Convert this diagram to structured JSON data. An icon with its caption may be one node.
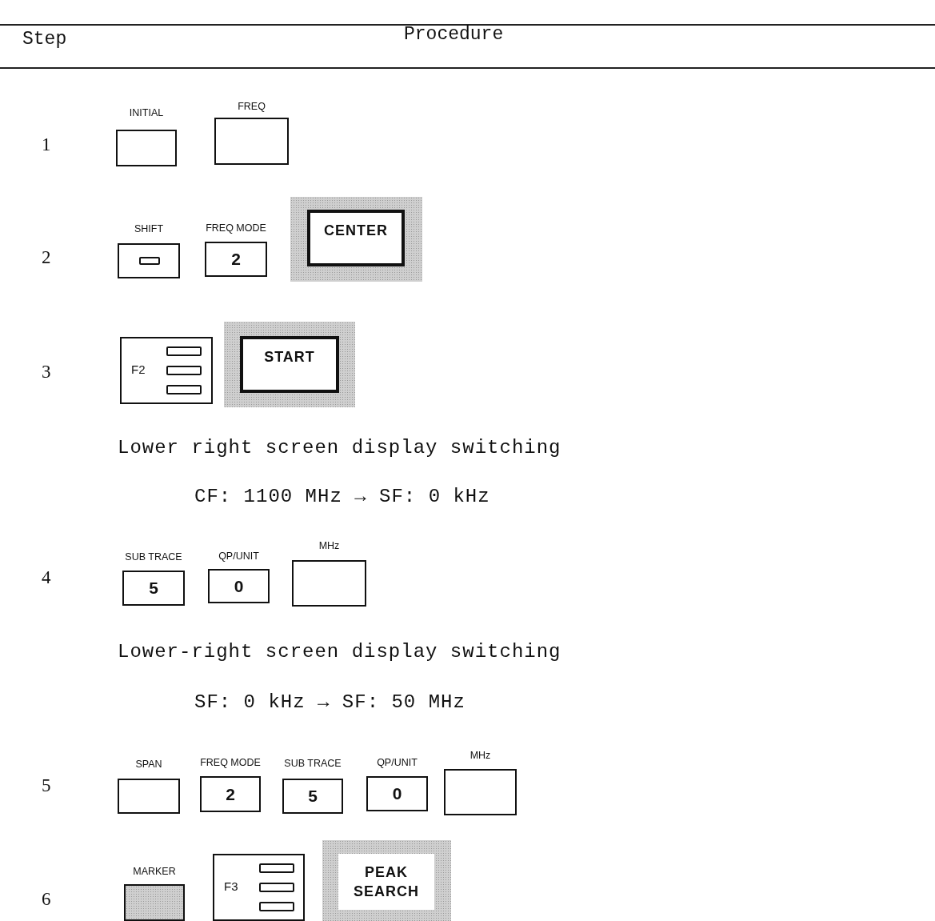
{
  "diagram": {
    "nodes": [
      {
        "text": [
          "INITIAL"
        ]
      },
      {
        "text": [
          "FREQ"
        ]
      },
      {
        "text": [
          "SHIFT"
        ]
      },
      {
        "text": [
          "FREQ MODE",
          "2"
        ]
      },
      {
        "text": [
          "CENTER"
        ]
      },
      {
        "text": [
          "F2"
        ]
      },
      {
        "text": [
          "START"
        ]
      },
      {
        "text": [
          "SUB TRACE",
          "5"
        ]
      },
      {
        "text": [
          "QP/UNIT",
          "0"
        ]
      },
      {
        "text": [
          "MHz"
        ]
      },
      {
        "text": [
          "SPAN"
        ]
      },
      {
        "text": [
          "FREQ MODE",
          "2"
        ]
      },
      {
        "text": [
          "SUB TRACE",
          "5"
        ]
      },
      {
        "text": [
          "QP/UNIT",
          "0"
        ]
      },
      {
        "text": [
          "MHz"
        ]
      },
      {
        "text": [
          "MARKER"
        ]
      },
      {
        "text": [
          "F3"
        ]
      },
      {
        "text": [
          "PEAK SEARCH"
        ]
      }
    ],
    "edges": [],
    "labels": [
      "Step",
      "Procedure",
      "1",
      "2",
      "3",
      "Lower right screen display switching",
      "CF: 1100 MHz → SF: 0 kHz",
      "4",
      "Lower-right screen display switching",
      "SF: 0 kHz → SF: 50 MHz",
      "5",
      "6"
    ]
  }
}
